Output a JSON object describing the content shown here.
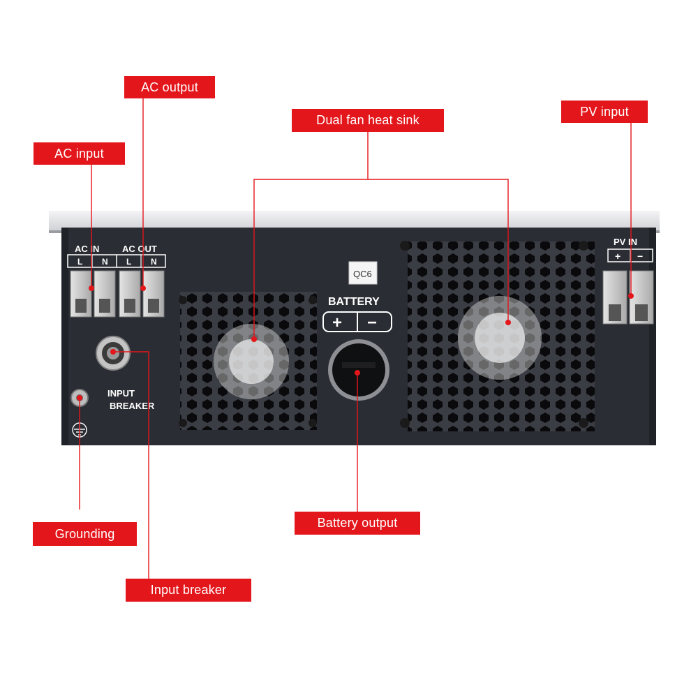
{
  "callouts": {
    "ac_output": "AC output",
    "ac_input": "AC input",
    "dual_fan": "Dual fan heat sink",
    "pv_input": "PV input",
    "grounding": "Grounding",
    "battery_output": "Battery output",
    "input_breaker": "Input breaker"
  },
  "panel": {
    "ac_in_label": "AC IN",
    "ac_out_label": "AC OUT",
    "terminal_l": "L",
    "terminal_n": "N",
    "input_breaker_line1": "INPUT",
    "input_breaker_line2": "BREAKER",
    "qc_sticker": "QC6",
    "battery_label": "BATTERY",
    "battery_plus": "+",
    "battery_minus": "−",
    "pv_in_label": "PV IN",
    "pv_plus": "+",
    "pv_minus": "−"
  },
  "colors": {
    "callout": "#e3161b",
    "panel": "#2a2d33",
    "top_cover": "#e8e8ea",
    "terminal": "#c9c9c9"
  }
}
